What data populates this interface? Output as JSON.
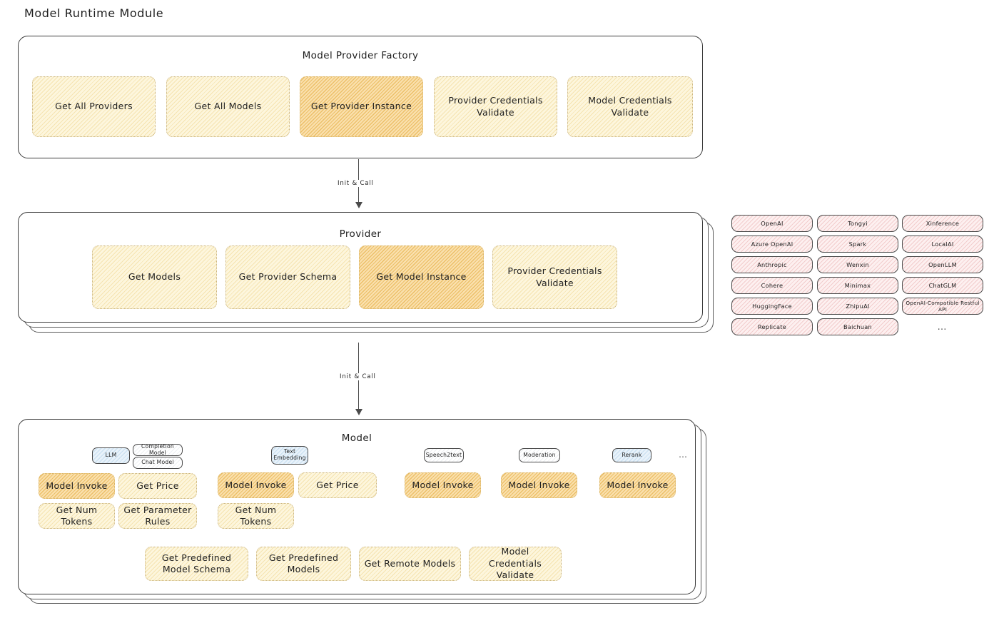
{
  "title": "Model Runtime Module",
  "factory": {
    "title": "Model Provider Factory",
    "nodes": [
      {
        "label": "Get All Providers",
        "highlight": false
      },
      {
        "label": "Get All Models",
        "highlight": false
      },
      {
        "label": "Get Provider Instance",
        "highlight": true
      },
      {
        "label": "Provider Credentials Validate",
        "highlight": false
      },
      {
        "label": "Model Credentials Validate",
        "highlight": false
      }
    ]
  },
  "arrow1": {
    "label": "Init & Call"
  },
  "provider": {
    "title": "Provider",
    "nodes": [
      {
        "label": "Get Models",
        "highlight": false
      },
      {
        "label": "Get Provider Schema",
        "highlight": false
      },
      {
        "label": "Get Model Instance",
        "highlight": true
      },
      {
        "label": "Provider Credentials Validate",
        "highlight": false
      }
    ]
  },
  "arrow2": {
    "label": "Init & Call"
  },
  "provider_list": {
    "columns": [
      [
        "OpenAI",
        "Azure OpenAI",
        "Anthropic",
        "Cohere",
        "HuggingFace",
        "Replicate"
      ],
      [
        "Tongyi",
        "Spark",
        "Wenxin",
        "Minimax",
        "ZhipuAI",
        "Baichuan"
      ],
      [
        "Xinference",
        "LocalAI",
        "OpenLLM",
        "ChatGLM",
        "OpenAI-Compatible Restful API",
        "…"
      ]
    ]
  },
  "model": {
    "title": "Model",
    "types": [
      {
        "name": "LLM",
        "style": "blue",
        "sublabels": [
          "Completion Model",
          "Chat Model"
        ]
      },
      {
        "name": "Text Embedding",
        "style": "blue",
        "sublabels": []
      },
      {
        "name": "Speech2text",
        "style": "white",
        "sublabels": []
      },
      {
        "name": "Moderation",
        "style": "white",
        "sublabels": []
      },
      {
        "name": "Rerank",
        "style": "blue",
        "sublabels": []
      }
    ],
    "type_ellipsis": "…",
    "methods": {
      "llm": [
        {
          "label": "Model Invoke",
          "highlight": true
        },
        {
          "label": "Get Price",
          "highlight": false
        },
        {
          "label": "Get Num Tokens",
          "highlight": false
        },
        {
          "label": "Get Parameter Rules",
          "highlight": false
        }
      ],
      "text_embedding": [
        {
          "label": "Model Invoke",
          "highlight": true
        },
        {
          "label": "Get Price",
          "highlight": false
        },
        {
          "label": "Get Num Tokens",
          "highlight": false
        }
      ],
      "speech2text": [
        {
          "label": "Model Invoke",
          "highlight": true
        }
      ],
      "moderation": [
        {
          "label": "Model Invoke",
          "highlight": true
        }
      ],
      "rerank": [
        {
          "label": "Model Invoke",
          "highlight": true
        }
      ]
    },
    "shared": [
      {
        "label": "Get Predefined Model Schema"
      },
      {
        "label": "Get Predefined Models"
      },
      {
        "label": "Get Remote Models"
      },
      {
        "label": "Model Credentials Validate"
      }
    ]
  },
  "colors": {
    "node_light": "#fdf6dd",
    "node_strong": "#fae0ad",
    "chip_pink": "#fdf0f0",
    "tag_blue": "#e8f2fa",
    "stroke": "#3b3b3b"
  }
}
